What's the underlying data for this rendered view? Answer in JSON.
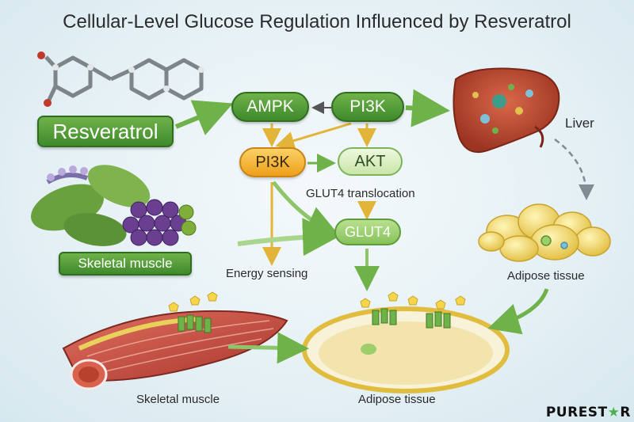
{
  "title": "Cellular-Level Glucose Regulation Influenced by Resveratrol",
  "nodes": {
    "resveratrol": "Resveratrol",
    "ampk": "AMPK",
    "pi3k_top": "PI3K",
    "pi3k_mid": "PI3K",
    "akt": "AKT",
    "glut4": "GLUT4",
    "skeletal_muscle_badge": "Skeletal muscle"
  },
  "labels": {
    "liver": "Liver",
    "glut4_translocation": "GLUT4 translocation",
    "energy_sensing": "Energy sensing",
    "adipose_tissue_right": "Adipose tissue",
    "skeletal_muscle_bottom": "Skeletal muscle",
    "adipose_tissue_bottom": "Adipose tissue"
  },
  "logo": {
    "prefix": "PUREST",
    "star": "★",
    "suffix": "R"
  },
  "colors": {
    "green_dark": "#3f8a2c",
    "green_light": "#c9e6a9",
    "orange": "#ee9f1b",
    "arrow_yellow": "#e2b43a",
    "arrow_green": "#6fb24a",
    "liver": "#b9462f",
    "adipose": "#f1d766",
    "muscle": "#c24a3e"
  }
}
